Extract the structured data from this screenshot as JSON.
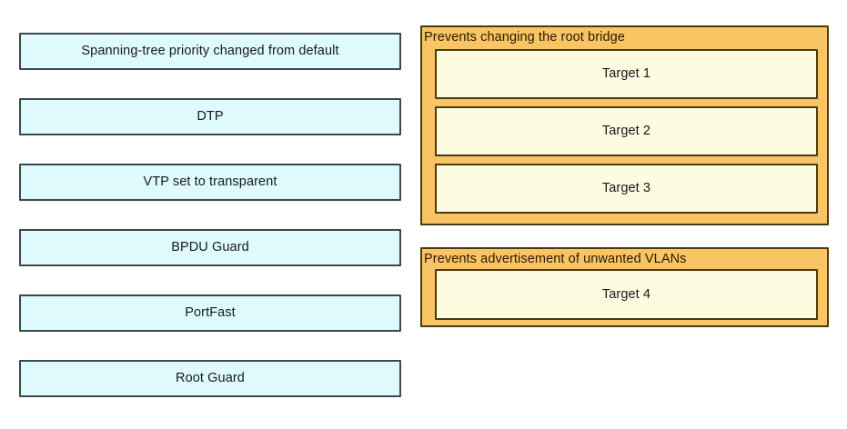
{
  "palette": {
    "page_background": "#ffffff",
    "source_fill": "#dffafd",
    "source_border": "#3a4a4c",
    "dropzone_fill": "#f9c463",
    "dropzone_border": "#4a3a10",
    "target_fill": "#fdfce0",
    "target_border": "#4a3a10",
    "text": "#16191c",
    "title_text": "#2b1b06"
  },
  "source_panel": {
    "name": "draggable-options",
    "items": [
      {
        "label": "Spanning-tree priority changed from default"
      },
      {
        "label": "DTP"
      },
      {
        "label": "VTP set to transparent"
      },
      {
        "label": "BPDU Guard"
      },
      {
        "label": "PortFast"
      },
      {
        "label": "Root Guard"
      }
    ]
  },
  "target_panel": {
    "name": "drop-zones",
    "zones": [
      {
        "title": "Prevents changing the root bridge",
        "targets": [
          {
            "label": "Target 1"
          },
          {
            "label": "Target 2"
          },
          {
            "label": "Target 3"
          }
        ]
      },
      {
        "title": "Prevents advertisement of unwanted VLANs",
        "targets": [
          {
            "label": "Target 4"
          }
        ]
      }
    ]
  }
}
